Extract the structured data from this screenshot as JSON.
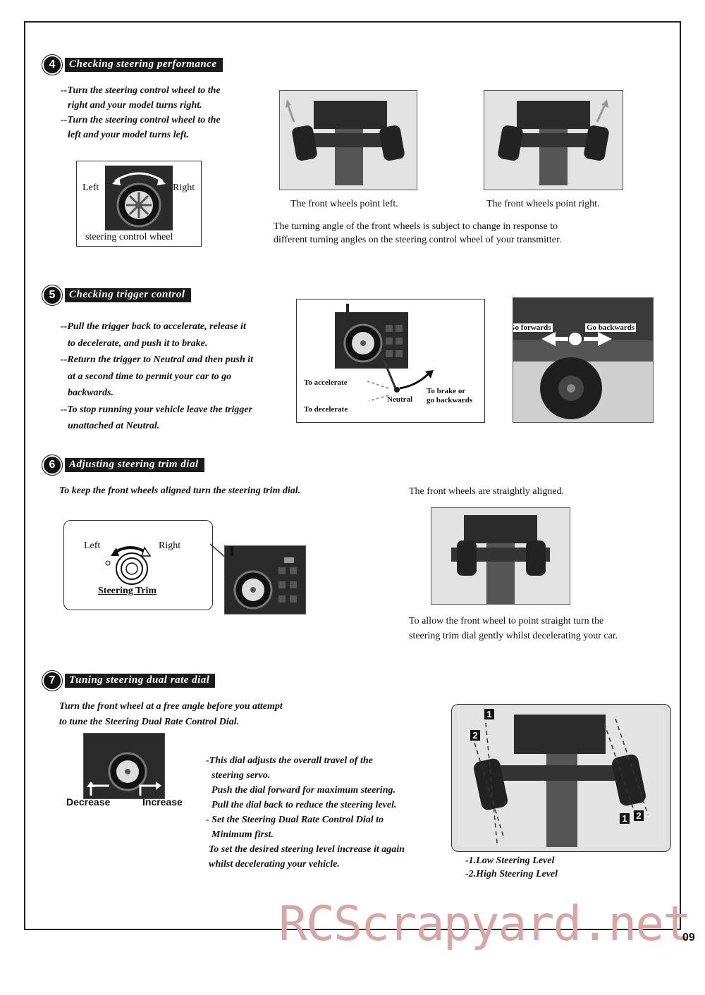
{
  "sections": {
    "s4": {
      "num": "4",
      "title": "Checking steering performance",
      "lines": [
        "--Turn the steering control wheel to the",
        "right and your model turns right.",
        "--Turn the steering control wheel to the",
        "left and your model turns left."
      ],
      "wheel_left": "Left",
      "wheel_right": "Right",
      "wheel_caption": "steering control wheel",
      "caption_left": "The front wheels point left.",
      "caption_right": "The front wheels point right.",
      "note": [
        "The turning angle of the front wheels is subject to change in response to",
        "different turning angles on the steering control wheel of your transmitter."
      ]
    },
    "s5": {
      "num": "5",
      "title": "Checking trigger control",
      "lines": [
        "--Pull the trigger back to accelerate, release it",
        "to decelerate, and push it  to brake.",
        "--Return the trigger to Neutral and then push it",
        "at a second time to permit your car to go",
        "backwards.",
        "--To stop running your vehicle leave the trigger",
        "unattached at Neutral."
      ],
      "to_accelerate": "To accelerate",
      "to_decelerate": "To decelerate",
      "neutral": "Neutral",
      "brake_1": "To  brake or",
      "brake_2": "go backwards",
      "go_forwards": "Go forwards",
      "go_backwards": "Go backwards"
    },
    "s6": {
      "num": "6",
      "title": "Adjusting steering trim dial",
      "intro": "To keep the front wheels aligned turn the steering trim dial.",
      "aligned": "The front wheels are straightly aligned.",
      "dial_left": "Left",
      "dial_right": "Right",
      "dial_label": "Steering Trim",
      "note": [
        "To allow the front wheel to point straight turn  the",
        "steering trim dial gently whilst decelerating your car."
      ]
    },
    "s7": {
      "num": "7",
      "title": "Tuning steering dual rate dial",
      "intro": [
        "Turn the front wheel at a free angle before you attempt",
        "to tune the Steering Dual Rate Control Dial."
      ],
      "decrease": "Decrease",
      "increase": "Increase",
      "lines": [
        "-This dial adjusts the overall travel of the",
        "steering servo.",
        "Push the dial forward for maximum steering.",
        "Pull the dial back to reduce the steering level.",
        "- Set the Steering Dual Rate Control Dial to",
        "Minimum first.",
        "To set the desired steering level increase it again",
        "whilst decelerating your vehicle."
      ],
      "mark_1": "1",
      "mark_2": "2",
      "legend_1": "-1.Low Steering Level",
      "legend_2": "-2.High Steering Level"
    }
  },
  "watermark": "RCScrapyard.net",
  "page_number": "09"
}
